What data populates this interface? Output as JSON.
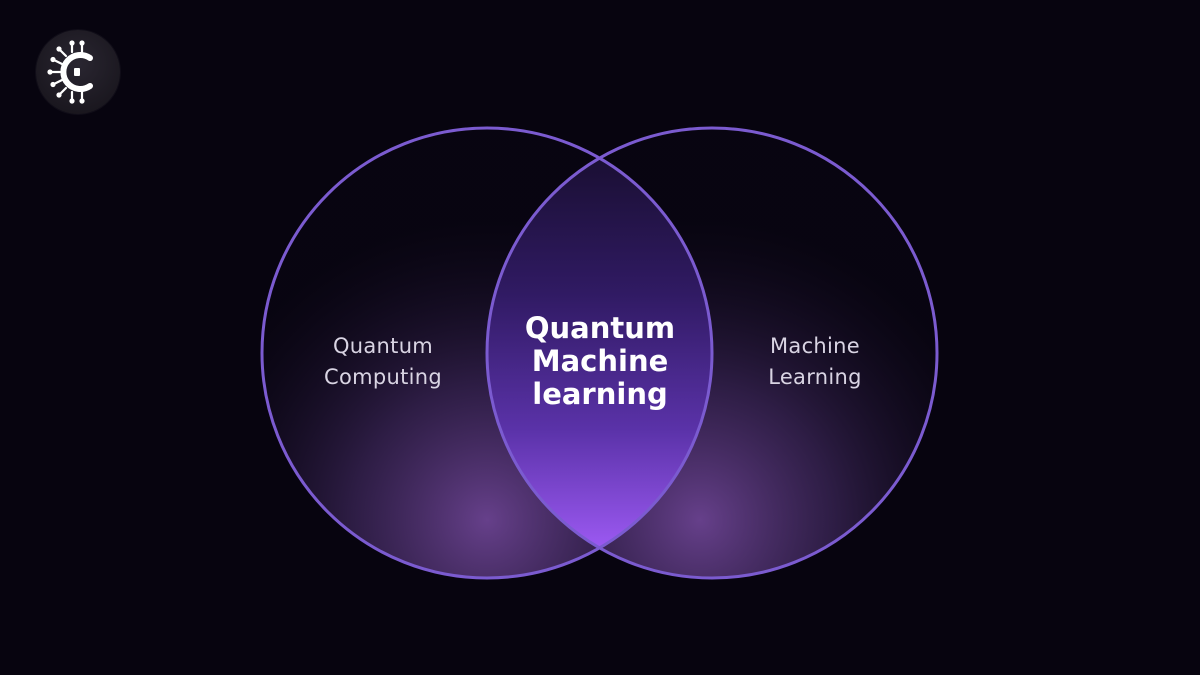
{
  "logo": {
    "icon": "circuit-c-logo-icon"
  },
  "venn": {
    "left_label": "Quantum\nComputing",
    "right_label": "Machine\nLearning",
    "intersection_label": "Quantum\nMachine\nlearning",
    "colors": {
      "background": "#07040f",
      "circle_stroke": "#7b5bd0",
      "glow": "#9b5cf2",
      "text": "#d9d4e3",
      "intersection_text": "#ffffff"
    }
  }
}
